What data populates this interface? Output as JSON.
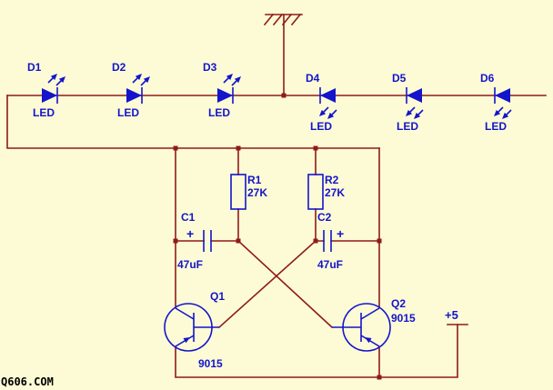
{
  "diagram_type": "circuit-schematic",
  "colors": {
    "background": "#FCFBD5",
    "wire": "#8F1A1A",
    "component": "#1414CC",
    "watermark": "#000000"
  },
  "power": {
    "label": "+5"
  },
  "ground": {
    "symbol": "earth-ground"
  },
  "leds": [
    {
      "ref": "D1",
      "type": "LED",
      "facing": "right"
    },
    {
      "ref": "D2",
      "type": "LED",
      "facing": "right"
    },
    {
      "ref": "D3",
      "type": "LED",
      "facing": "right"
    },
    {
      "ref": "D4",
      "type": "LED",
      "facing": "left"
    },
    {
      "ref": "D5",
      "type": "LED",
      "facing": "left"
    },
    {
      "ref": "D6",
      "type": "LED",
      "facing": "left"
    }
  ],
  "resistors": [
    {
      "ref": "R1",
      "value": "27K"
    },
    {
      "ref": "R2",
      "value": "27K"
    }
  ],
  "capacitors": [
    {
      "ref": "C1",
      "value": "47uF",
      "polarity": "+"
    },
    {
      "ref": "C2",
      "value": "47uF",
      "polarity": "+"
    }
  ],
  "transistors": [
    {
      "ref": "Q1",
      "value": "9015"
    },
    {
      "ref": "Q2",
      "value": "9015"
    }
  ],
  "watermark": {
    "text": "Q606.COM"
  }
}
